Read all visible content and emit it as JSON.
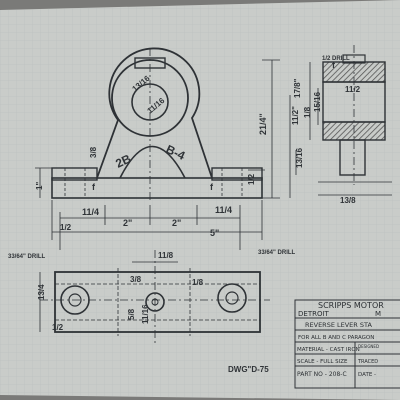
{
  "colors": {
    "paper": "#c9ccc9",
    "grid": "#b7bcbb",
    "ink": "#2e3236",
    "hatch": "#6f6f6f",
    "background": "#7a7a78"
  },
  "part_marks": {
    "casting_letter_left": "2B",
    "casting_letter_right": "B-4"
  },
  "notes": {
    "drill_top": "1/2 DRILL",
    "drill_left": "33/64\" DRILL",
    "drill_right": "33/64\" DRILL",
    "drawing_number": "DWG\"D-75"
  },
  "dimensions": {
    "bore_a": "13/16",
    "bore_b": "11/16",
    "base_dim_1": "11/4",
    "base_dim_2": "2\"",
    "base_dim_3": "2\"",
    "base_dim_4": "11/4",
    "overall_length": "5\"",
    "left_offset": "1/2",
    "height_right": "21/4\"",
    "top_height": "17/8\"",
    "mid_height": "11/2\"",
    "low_height": "1/2",
    "side_a": "1\"",
    "side_b": "3/8",
    "right_view_top": "11/2",
    "right_view_width": "13/8",
    "right_view_mid": "15/16",
    "right_view_low": "13/16",
    "right_view_small": "1/8",
    "plan_depth": "13/4",
    "plan_top": "11/8",
    "plan_bottom": "1/2",
    "plan_side": "3/8",
    "plan_side_b": "1/8",
    "plan_hub": "11/16",
    "plan_bore": "5/8",
    "finish_mark": "f"
  },
  "title_block": {
    "company": "SCRIPPS MOTOR",
    "city": "DETROIT",
    "city_suffix": "M",
    "part_name": "REVERSE LEVER STA",
    "applies_to": "FOR ALL B AND C PARAGON",
    "material": "MATERIAL - CAST IRON",
    "designed_label": "DESIGNED",
    "scale": "SCALE - FULL SIZE",
    "traced_label": "TRACED",
    "part_no": "PART NO - 208-C",
    "date_label": "DATE -"
  }
}
